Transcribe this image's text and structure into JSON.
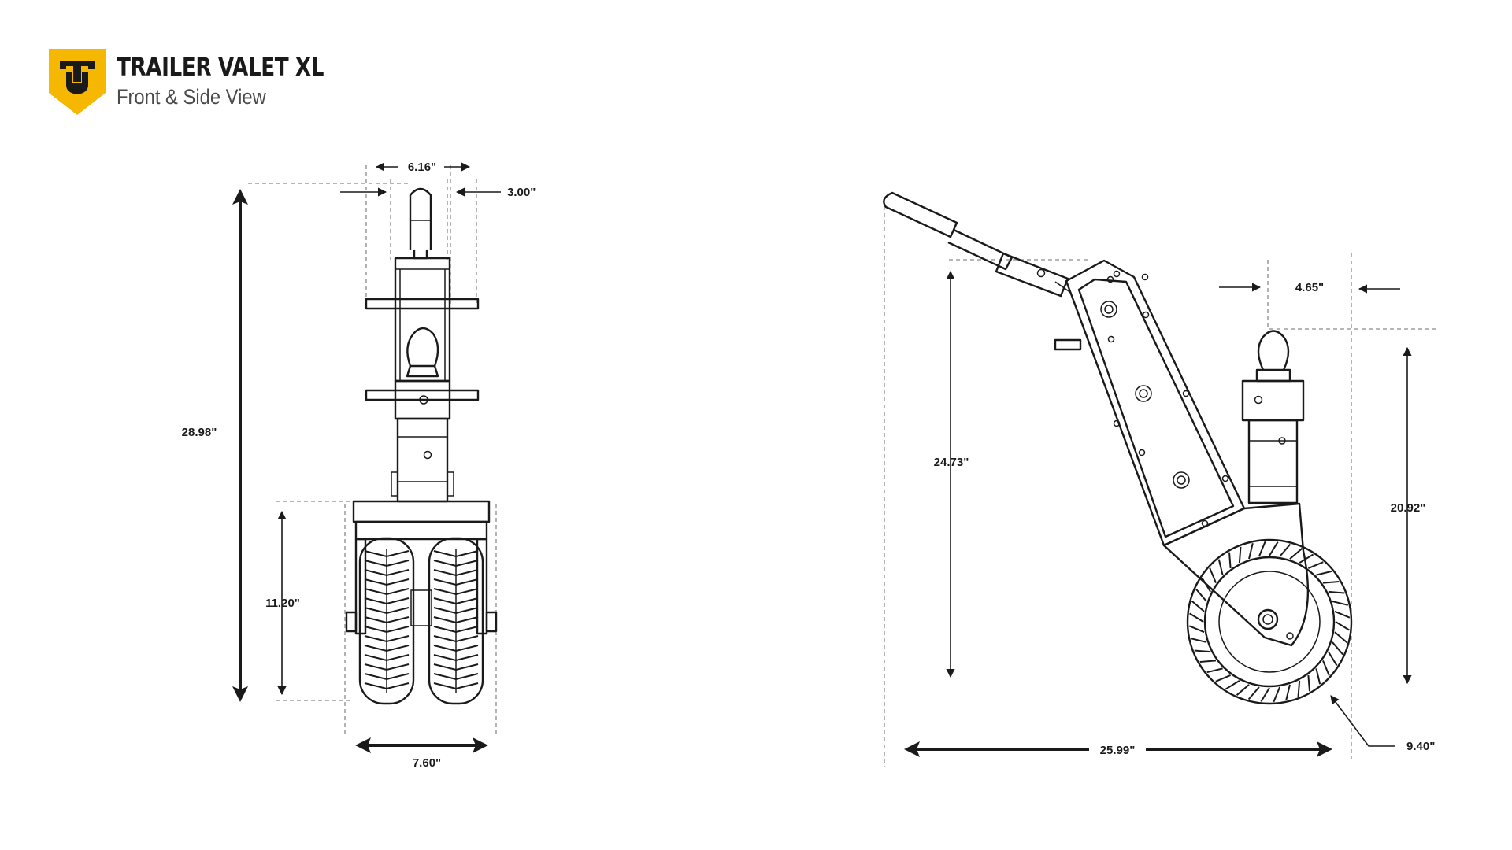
{
  "header": {
    "title": "TRAILER VALET XL",
    "subtitle": "Front & Side View",
    "logo_color": "#F5B700",
    "logo_mark_color": "#1a1a1a"
  },
  "front_view": {
    "dimensions": {
      "top_width": "6.16\"",
      "handle_width": "3.00\"",
      "overall_height": "28.98\"",
      "wheel_height": "11.20\"",
      "wheel_width": "7.60\""
    }
  },
  "side_view": {
    "dimensions": {
      "hitch_offset": "4.65\"",
      "frame_height": "24.73\"",
      "ball_height": "20.92\"",
      "overall_length": "25.99\"",
      "wheel_diameter": "9.40\""
    }
  },
  "colors": {
    "line": "#1a1a1a",
    "dash": "#8a8a8a",
    "accent": "#F5B700"
  }
}
